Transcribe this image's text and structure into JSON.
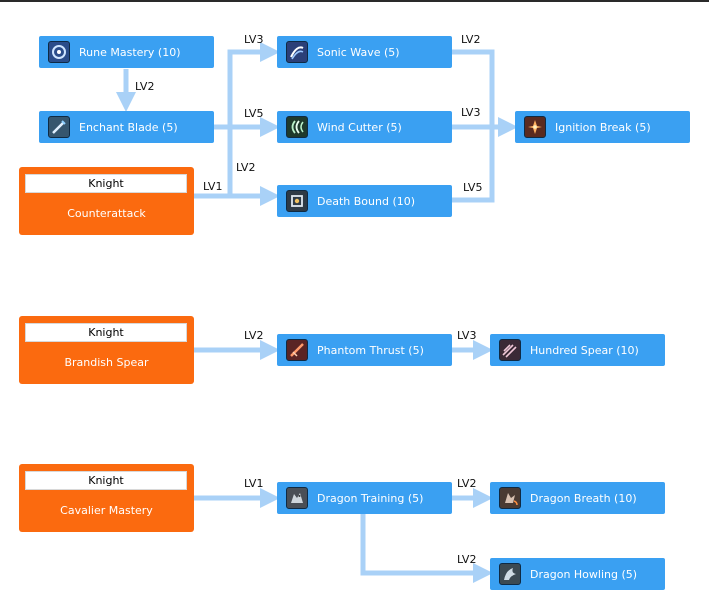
{
  "colors": {
    "skill_box": "#3aa0f2",
    "base_box": "#fb6a0f",
    "connector": "#a9d1f7"
  },
  "trees": [
    {
      "base": {
        "class": "Knight",
        "skill": "Counterattack"
      },
      "skills": [
        {
          "id": "rune_mastery",
          "label": "Rune Mastery (10)",
          "icon": "rune-mastery-icon"
        },
        {
          "id": "enchant_blade",
          "label": "Enchant Blade (5)",
          "icon": "enchant-blade-icon"
        },
        {
          "id": "sonic_wave",
          "label": "Sonic Wave (5)",
          "icon": "sonic-wave-icon"
        },
        {
          "id": "wind_cutter",
          "label": "Wind Cutter (5)",
          "icon": "wind-cutter-icon"
        },
        {
          "id": "death_bound",
          "label": "Death Bound (10)",
          "icon": "death-bound-icon"
        },
        {
          "id": "ignition_break",
          "label": "Ignition Break (5)",
          "icon": "ignition-break-icon"
        }
      ],
      "requirements": [
        "LV2",
        "LV1",
        "LV3",
        "LV5",
        "LV2",
        "LV2",
        "LV3",
        "LV5"
      ]
    },
    {
      "base": {
        "class": "Knight",
        "skill": "Brandish Spear"
      },
      "skills": [
        {
          "id": "phantom_thrust",
          "label": "Phantom Thrust (5)",
          "icon": "phantom-thrust-icon"
        },
        {
          "id": "hundred_spear",
          "label": "Hundred Spear (10)",
          "icon": "hundred-spear-icon"
        }
      ],
      "requirements": [
        "LV2",
        "LV3"
      ]
    },
    {
      "base": {
        "class": "Knight",
        "skill": "Cavalier Mastery"
      },
      "skills": [
        {
          "id": "dragon_training",
          "label": "Dragon Training (5)",
          "icon": "dragon-training-icon"
        },
        {
          "id": "dragon_breath",
          "label": "Dragon Breath (10)",
          "icon": "dragon-breath-icon"
        },
        {
          "id": "dragon_howling",
          "label": "Dragon Howling (5)",
          "icon": "dragon-howling-icon"
        }
      ],
      "requirements": [
        "LV1",
        "LV2",
        "LV2"
      ]
    }
  ]
}
